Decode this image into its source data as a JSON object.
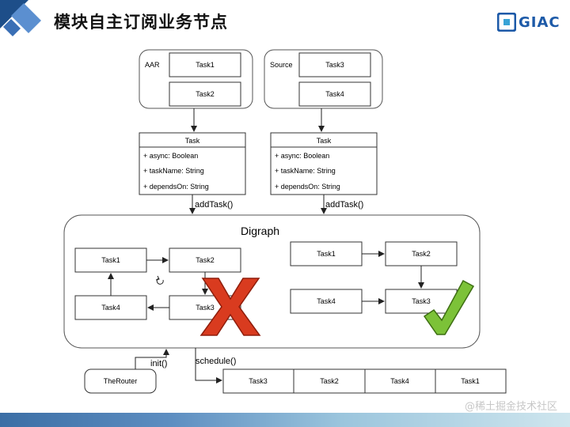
{
  "title": "模块自主订阅业务节点",
  "logo": {
    "text": "GIAC"
  },
  "watermark": "@稀土掘金技术社区",
  "groups": {
    "left": {
      "label": "AAR",
      "tasks": [
        "Task1",
        "Task2"
      ]
    },
    "right": {
      "label": "Source",
      "tasks": [
        "Task3",
        "Task4"
      ]
    }
  },
  "class_box": {
    "name": "Task",
    "fields": [
      "+ async: Boolean",
      "+ taskName: String",
      "+ dependsOn: String"
    ]
  },
  "edge_labels": {
    "add_task": "addTask()",
    "init": "init()",
    "schedule": "schedule()"
  },
  "digraph": {
    "title": "Digraph",
    "cyclic": {
      "nodes": [
        "Task1",
        "Task2",
        "Task4",
        "Task3"
      ]
    },
    "acyclic": {
      "nodes": [
        "Task1",
        "Task2",
        "Task4",
        "Task3"
      ]
    }
  },
  "router": {
    "label": "TheRouter"
  },
  "queue": [
    "Task3",
    "Task2",
    "Task4",
    "Task1"
  ],
  "colors": {
    "cross": "#d93b1f",
    "check": "#7cc238",
    "accent": "#1d5aa8"
  }
}
